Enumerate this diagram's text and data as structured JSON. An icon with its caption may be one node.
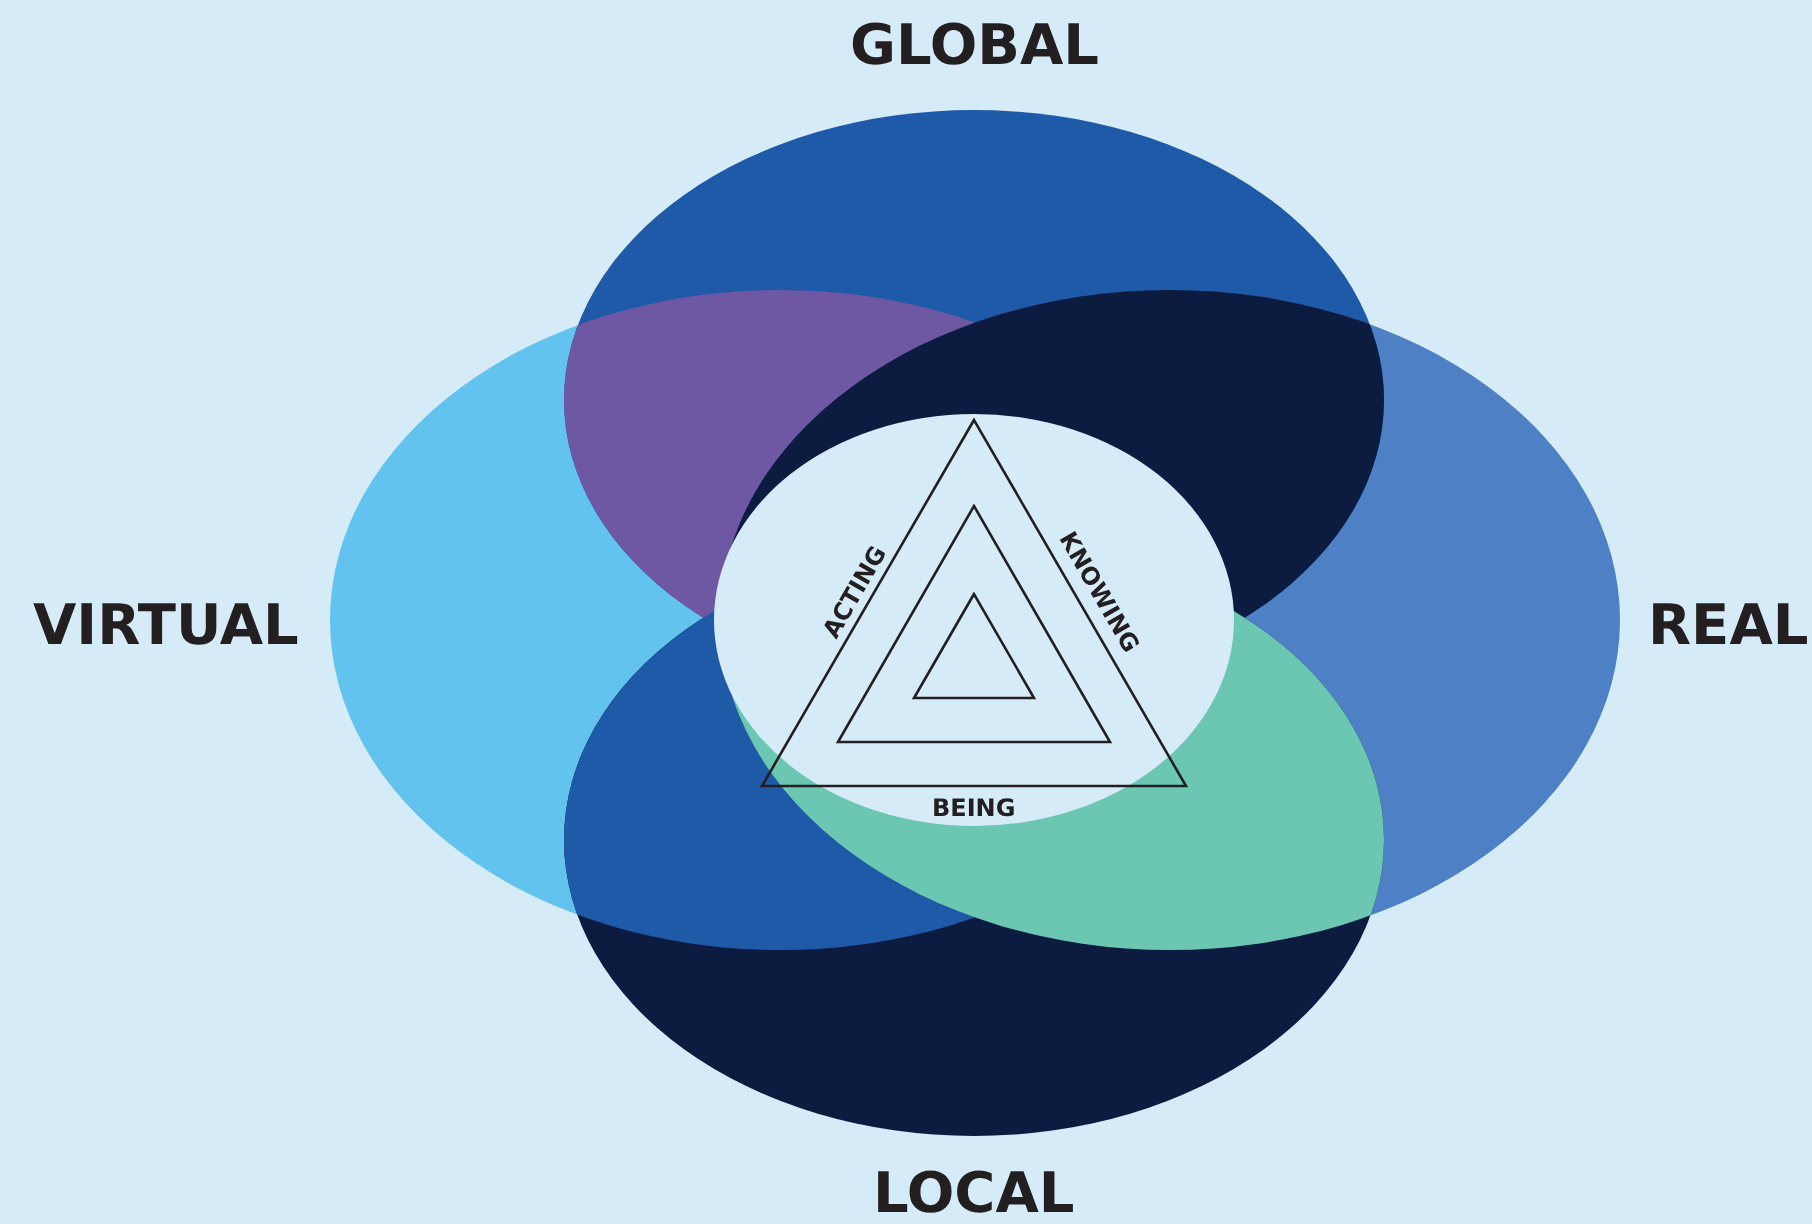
{
  "diagram": {
    "labels": [
      "GLOBAL",
      "VIRTUAL",
      "REAL",
      "LOCAL",
      "ACTING",
      "KNOWING",
      "BEING"
    ]
  }
}
